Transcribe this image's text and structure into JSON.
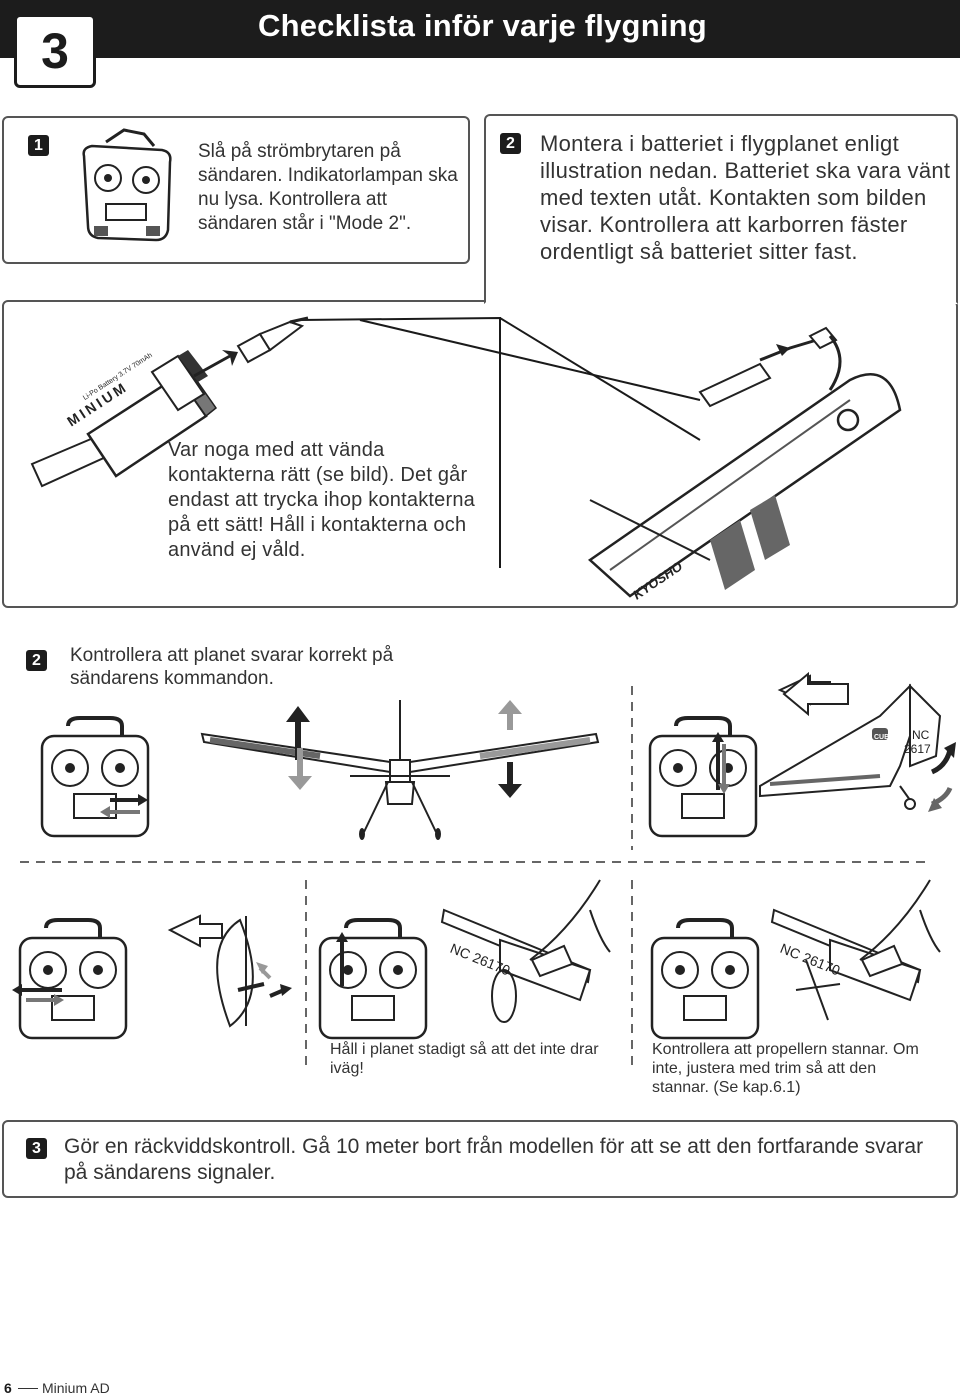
{
  "header": {
    "chapter_number": "3",
    "title": "Checklista inför varje flygning"
  },
  "step1": {
    "badge": "1",
    "text": "Slå på strömbrytaren på sändaren. Indikatorlampan ska nu lysa. Kontrollera att sändaren står i \"Mode 2\"."
  },
  "step2": {
    "badge": "2",
    "text": "Montera i batteriet i flygplanet enligt illustration nedan. Batteriet ska vara vänt med texten utåt. Kontakten som bilden visar. Kontrollera att karborren fäster ordentligt så batteriet sitter fast."
  },
  "connector_note": "Var noga med att vända kontakterna rätt (se bild). Det går endast att trycka ihop kontakterna på ett sätt! Håll i kontakterna och använd ej våld.",
  "battery_label": {
    "brand": "MINIUM",
    "spec": "Li-Po Battery 3.7V 70mAh"
  },
  "plane_brand": "KYOSHO",
  "check": {
    "badge": "2",
    "text": "Kontrollera att planet svarar korrekt på sändarens kommandon.",
    "tail_reg_line1": "NC",
    "tail_reg_line2": "2617",
    "tail_logo": "CUB",
    "wing_reg": "NC 26170",
    "hold_text": "Håll i planet stadigt så att det inte drar iväg!",
    "prop_text": "Kontrollera att propellern stannar. Om inte, justera med trim så att den stannar. (Se kap.6.1)"
  },
  "step3": {
    "badge": "3",
    "text": "Gör en räckviddskontroll. Gå 10 meter bort från modellen för att se att den fortfarande svarar på sändarens signaler."
  },
  "footer": {
    "page_number": "6",
    "doc_name": "Minium AD"
  },
  "icons": [
    "transmitter-icon",
    "battery-icon",
    "connector-icon",
    "plane-icon",
    "arrow-icon",
    "hand-icon"
  ]
}
